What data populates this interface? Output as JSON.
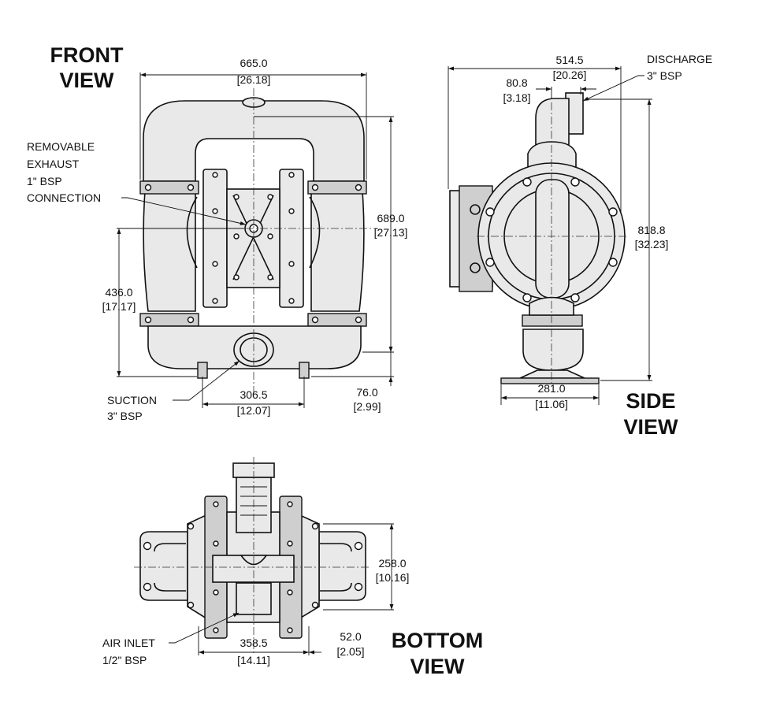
{
  "views": {
    "front": {
      "title_line1": "FRONT",
      "title_line2": "VIEW"
    },
    "side": {
      "title_line1": "SIDE",
      "title_line2": "VIEW"
    },
    "bottom": {
      "title_line1": "BOTTOM",
      "title_line2": "VIEW"
    }
  },
  "callouts": {
    "exhaust": [
      "REMOVABLE",
      "EXHAUST",
      "1\" BSP",
      "CONNECTION"
    ],
    "suction": [
      "SUCTION",
      "3\" BSP"
    ],
    "discharge": [
      "DISCHARGE",
      "3\" BSP"
    ],
    "air_inlet": [
      "AIR INLET",
      "1/2\" BSP"
    ]
  },
  "dimensions": {
    "front_width": {
      "mm": "665.0",
      "in": "[26.18]"
    },
    "front_height": {
      "mm": "689.0",
      "in": "[27.13]"
    },
    "exhaust_height": {
      "mm": "436.0",
      "in": "[17.17]"
    },
    "suction_span": {
      "mm": "306.5",
      "in": "[12.07]"
    },
    "suction_height": {
      "mm": "76.0",
      "in": "[2.99]"
    },
    "side_width": {
      "mm": "514.5",
      "in": "[20.26]"
    },
    "discharge_offset": {
      "mm": "80.8",
      "in": "[3.18]"
    },
    "side_height": {
      "mm": "818.8",
      "in": "[32.23]"
    },
    "base_width": {
      "mm": "281.0",
      "in": "[11.06]"
    },
    "bottom_depth": {
      "mm": "258.0",
      "in": "[10.16]"
    },
    "bottom_span": {
      "mm": "358.5",
      "in": "[14.11]"
    },
    "bottom_offset": {
      "mm": "52.0",
      "in": "[2.05]"
    }
  }
}
